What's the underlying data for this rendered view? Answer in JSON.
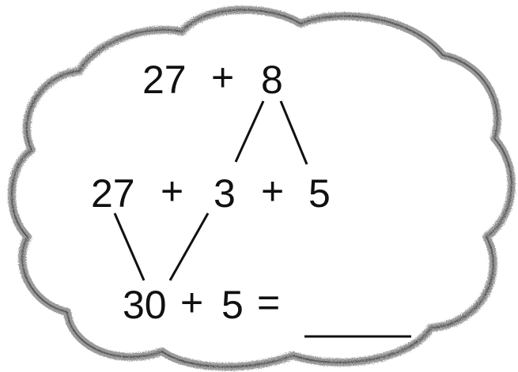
{
  "row1": {
    "left": "27",
    "op": "+",
    "right": "8"
  },
  "row2": {
    "a": "27",
    "op1": "+",
    "b": "3",
    "op2": "+",
    "c": "5"
  },
  "row3": {
    "a": "30",
    "op": "+",
    "b": "5",
    "eq": "="
  },
  "colors": {
    "ink": "#111111",
    "cloud_edge": "#8a8a8a"
  }
}
